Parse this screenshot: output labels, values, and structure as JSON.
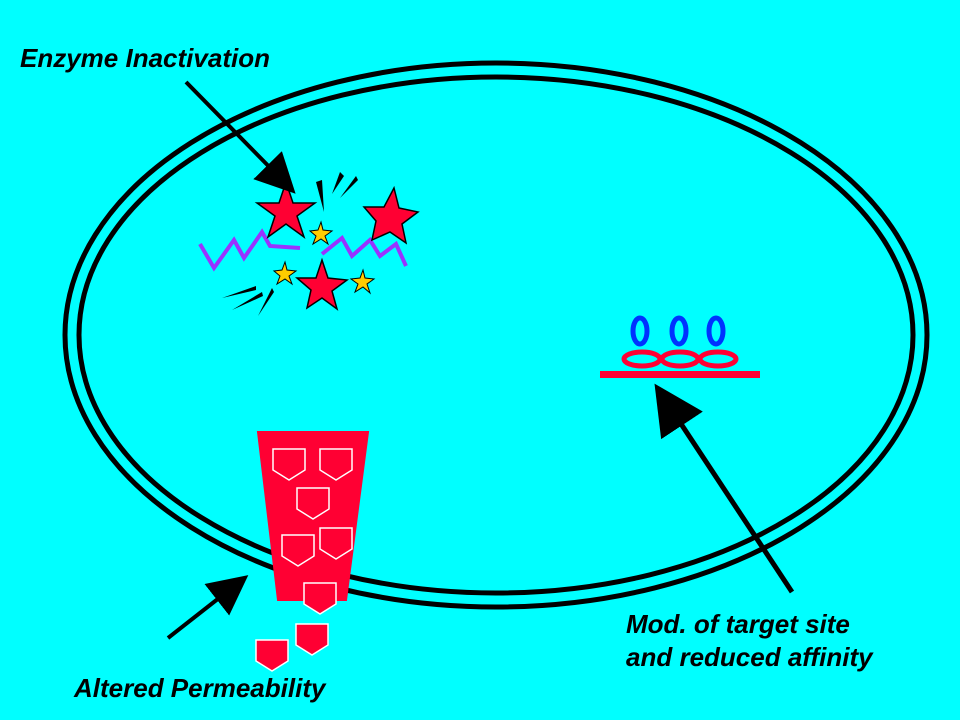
{
  "labels": {
    "enzyme_inactivation": "Enzyme Inactivation",
    "altered_permeability": "Altered Permeability",
    "target_site_line1": "Mod. of  target site",
    "target_site_line2": "and reduced affinity"
  },
  "colors": {
    "background": "#00ffff",
    "membrane": "#000000",
    "red": "#ff0033",
    "blue": "#0033ff",
    "purple": "#9933ff",
    "yellow": "#ffcc00",
    "arrow": "#000000"
  }
}
